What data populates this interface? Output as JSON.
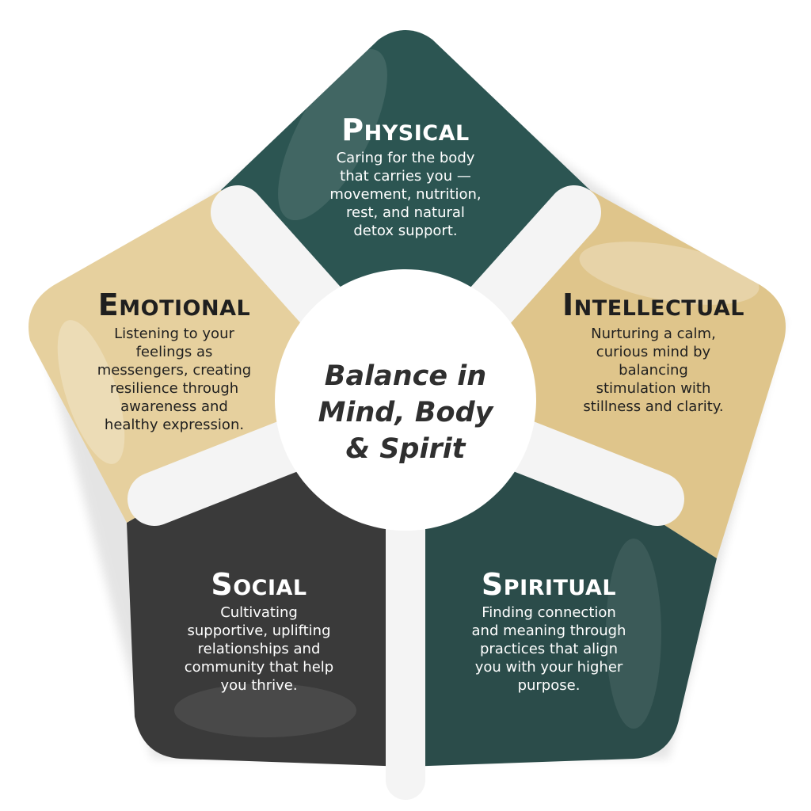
{
  "center": {
    "lines": [
      "Balance in",
      "Mind, Body",
      "& Spirit"
    ]
  },
  "segments": {
    "physical": {
      "title": "Physical",
      "desc": [
        "Caring for the body",
        "that carries you —",
        "movement, nutrition,",
        "rest, and natural",
        "detox support."
      ],
      "color": "#2c5552"
    },
    "intellectual": {
      "title": "Intellectual",
      "desc": [
        "Nurturing a calm,",
        "curious mind by",
        "balancing",
        "stimulation with",
        "stillness and clarity."
      ],
      "color": "#dfc58b"
    },
    "spiritual": {
      "title": "Spiritual",
      "desc": [
        "Finding connection",
        "and meaning through",
        "practices that align",
        "you with your higher",
        "purpose."
      ],
      "color": "#2b4c4a"
    },
    "social": {
      "title": "Social",
      "desc": [
        "Cultivating",
        "supportive, uplifting",
        "relationships and",
        "community that help",
        "you thrive."
      ],
      "color": "#3a3a3a"
    },
    "emotional": {
      "title": "Emotional",
      "desc": [
        "Listening to your",
        "feelings as",
        "messengers, creating",
        "resilience through",
        "awareness and",
        "healthy expression."
      ],
      "color": "#e6d09e"
    }
  }
}
